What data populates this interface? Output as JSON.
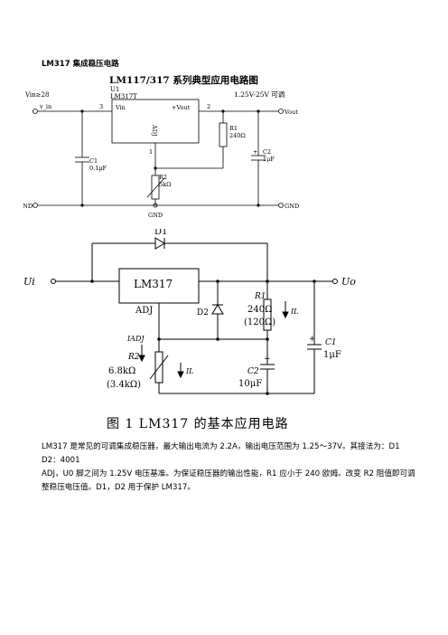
{
  "document": {
    "title": "LM317 集成稳压电路"
  },
  "figure1": {
    "title": "LM117/317 系列典型应用电路图",
    "vin_label": "Vin≥28",
    "u1_label": "U1",
    "part_label": "LM317T",
    "vout_range": "1.25V-25V 可调",
    "pin_vin": "v_in",
    "pin_vin_inner": "Vin",
    "pin_vout_inner": "+Vout",
    "pin_out": "Vout",
    "node_3": "3",
    "node_2": "2",
    "node_1": "1",
    "adj": "ADJ",
    "r1_name": "R1",
    "r1_value": "240Ω",
    "c1_name": "C1",
    "c1_value": "0.1μF",
    "c2_name": "C2",
    "c2_value": "1μF",
    "r2_name": "R2",
    "r2_value": "5kΩ",
    "gnd_left": "GND",
    "gnd_mid": "GND",
    "gnd_right": "GND"
  },
  "figure2": {
    "d1": "D1",
    "d2": "D2",
    "ui": "Ui",
    "uo": "Uo",
    "ic": "LM317",
    "adj": "ADJ",
    "iadj": "IADJ",
    "r1": "R1",
    "r1_value": "240Ω",
    "r1_alt": "(120Ω)",
    "il": "IL",
    "il2": "IL",
    "r2": "R2",
    "r2_value": "6.8kΩ",
    "r2_alt": "(3.4kΩ)",
    "c1": "C1",
    "c1_value": "1μF",
    "c2": "C2",
    "c2_value": "10μF",
    "plus": "+",
    "caption": "图 1    LM317 的基本应用电路"
  },
  "paragraphs": {
    "p1_a": "LM317 是常见的可调集成稳压器，最大输出电流为 2.2A，输出电压范围为 1.25～37V。其接法为：D1 D2：4001",
    "p2": "ADJ，U0 脚之间为 1.25V 电压基准。为保证稳压器的输出性能，R1 应小于 240 欧姆。改变 R2 阻值即可调整稳压电压值。D1，D2 用于保护 LM317。"
  }
}
